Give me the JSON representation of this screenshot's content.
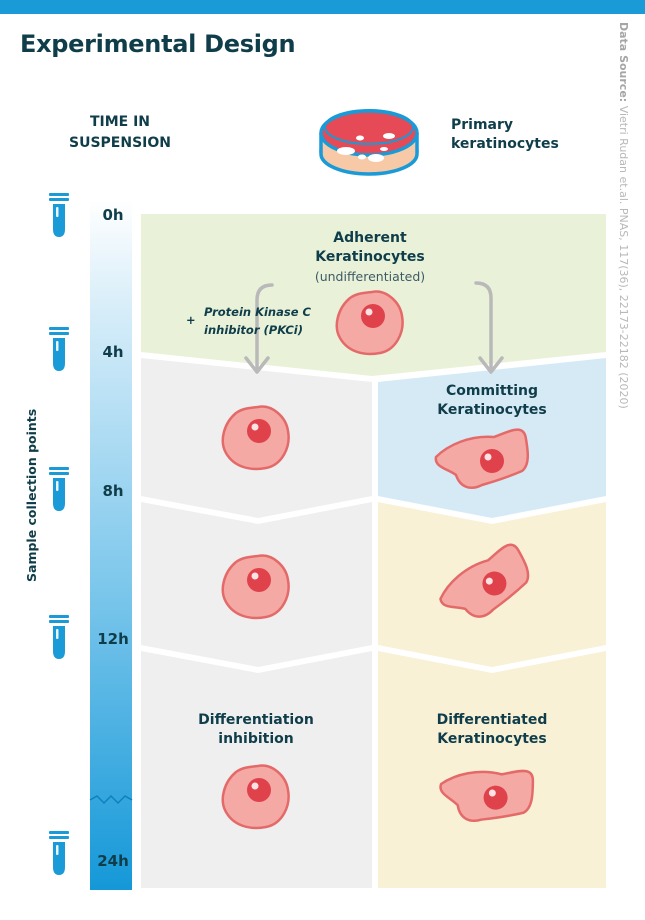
{
  "title": "Experimental Design",
  "source": {
    "bold": "Data Source:",
    "text": "Vietri Rudan et.al. PNAS, 117(36), 22173-22182 (2020)"
  },
  "time_header": {
    "line1": "TIME IN",
    "line2": "SUSPENSION"
  },
  "primary_label": {
    "line1": "Primary",
    "line2": "keratinocytes"
  },
  "side_label": "Sample collection points",
  "timepoints": [
    "0h",
    "4h",
    "8h",
    "12h",
    "24h"
  ],
  "adherent": {
    "line1": "Adherent",
    "line2": "Keratinocytes",
    "sub": "(undifferentiated)"
  },
  "pkc": {
    "plus": "+",
    "line1": "Protein Kinase C",
    "line2": "inhibitor (PKCi)"
  },
  "committing": {
    "line1": "Committing",
    "line2": "Keratinocytes"
  },
  "inhibition": {
    "line1": "Differentiation",
    "line2": "inhibition"
  },
  "differentiated": {
    "line1": "Differentiated",
    "line2": "Keratinocytes"
  },
  "colors": {
    "title": "#0f3d4a",
    "accent_blue": "#1a9ad6",
    "green_zone": "#e9f2d9",
    "gray_zone": "#efefef",
    "blue_zone": "#d6eaf6",
    "yellow_zone": "#f8f1d5",
    "cell_fill": "#f4a9a4",
    "cell_nucleus": "#e0424c"
  }
}
